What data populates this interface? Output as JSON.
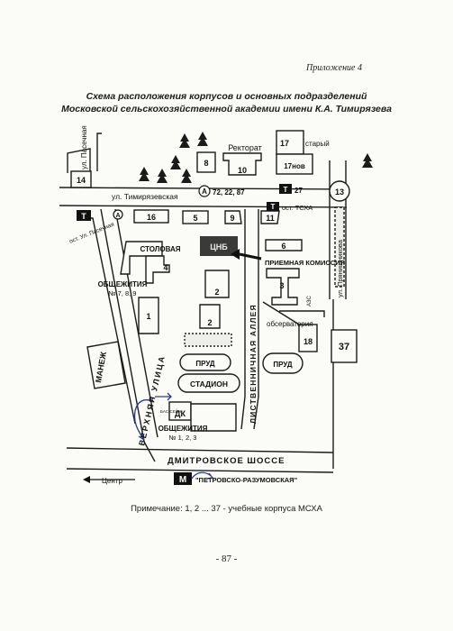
{
  "header": {
    "appendix": "Приложение 4",
    "title_line1": "Схема расположения корпусов и основных подразделений",
    "title_line2": "Московской сельскохозяйственной академии имени К.А. Тимирязева"
  },
  "map": {
    "streets": {
      "pasechnaya_vertical": "ул. Пасечная",
      "timiryazevskaya": "ул. Тимирязевская",
      "pasechnaya_stop": "ост. Ул. Пасечная",
      "verkhnyaya": "ВЕРХНЯЯ УЛИЦА",
      "listvennichnaya": "ЛИСТВЕННИЧНАЯ АЛЛЕЯ",
      "pryanishnikova": "ул. Прянишникова",
      "dmitrovskoe": "ДМИТРОВСКОЕ ШОССЕ"
    },
    "buildings": {
      "b14": "14",
      "b8": "8",
      "b10": "10",
      "b17": "17",
      "b17old": "старый",
      "b17new": "17нов",
      "b13": "13",
      "b16": "16",
      "b5": "5",
      "b9": "9",
      "b11": "11",
      "b6": "6",
      "b2a": "2",
      "b2b": "2",
      "b1": "1",
      "b3": "3",
      "b18": "18",
      "b37": "37",
      "b4": "4"
    },
    "labels": {
      "rektorat": "Ректорат",
      "stolovaya": "СТОЛОВАЯ",
      "nbc": "ЦНБ",
      "priemnaya": "ПРИЕМНАЯ КОМИССИЯ",
      "obshchezhitiya_789": "ОБЩЕЖИТИЯ",
      "obshchezhitiya_789_nums": "№ 7, 8, 9",
      "observatoriya": "обсерватория",
      "azs": "АЗС",
      "prud1": "ПРУД",
      "prud2": "ПРУД",
      "stadion": "СТАДИОН",
      "manezh": "МАНЕЖ",
      "dk": "ДК",
      "obshchezhitiya_123": "ОБЩЕЖИТИЯ",
      "obshchezhitiya_123_nums": "№ 1, 2, 3",
      "bassein": "БАС-СЕЙН",
      "tram_routes": "72, 22, 87",
      "tram_27": "27",
      "stop_tskha": "ост. ТСХА",
      "bus_a1": "А",
      "bus_a2": "А",
      "tram_t1": "Т",
      "tram_t2": "Т",
      "tram_t3": "Т",
      "metro": "М",
      "metro_name": "\"ПЕТРОВСКО-РАЗУМОВСКАЯ\"",
      "center": "Центр"
    }
  },
  "footer": {
    "note": "Примечание: 1, 2 ... 37 - учебные корпуса МСХА",
    "page_number": "- 87 -"
  }
}
